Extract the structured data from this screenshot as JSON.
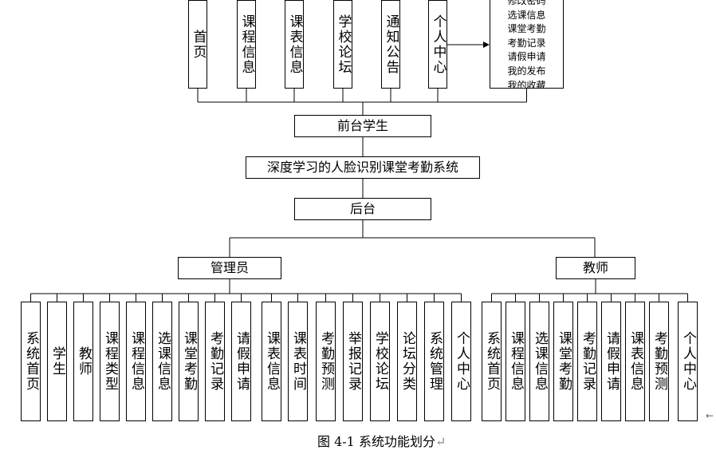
{
  "front": {
    "modules": [
      "首页",
      "课程信息",
      "课表信息",
      "学校论坛",
      "通知公告",
      "个人中心"
    ],
    "personal_items": [
      "修改密码",
      "选课信息",
      "课堂考勤",
      "考勤记录",
      "请假申请",
      "我的发布",
      "我的收藏"
    ],
    "role": "前台学生"
  },
  "system_title": "深度学习的人脸识别课堂考勤系统",
  "back": {
    "title": "后台",
    "admin": {
      "label": "管理员",
      "modules": [
        "系统首页",
        "学生",
        "教师",
        "课程类型",
        "课程信息",
        "选课信息",
        "课堂考勤",
        "考勤记录",
        "请假申请",
        "课表信息",
        "课表时间",
        "考勤预测",
        "举报记录",
        "学校论坛",
        "论坛分类",
        "系统管理",
        "个人中心"
      ]
    },
    "teacher": {
      "label": "教师",
      "modules": [
        "系统首页",
        "课程信息",
        "选课信息",
        "课堂考勤",
        "考勤记录",
        "请假申请",
        "课表信息",
        "考勤预测",
        "个人中心"
      ]
    }
  },
  "caption": "图 4-1 系统功能划分",
  "return_mark": "↵"
}
